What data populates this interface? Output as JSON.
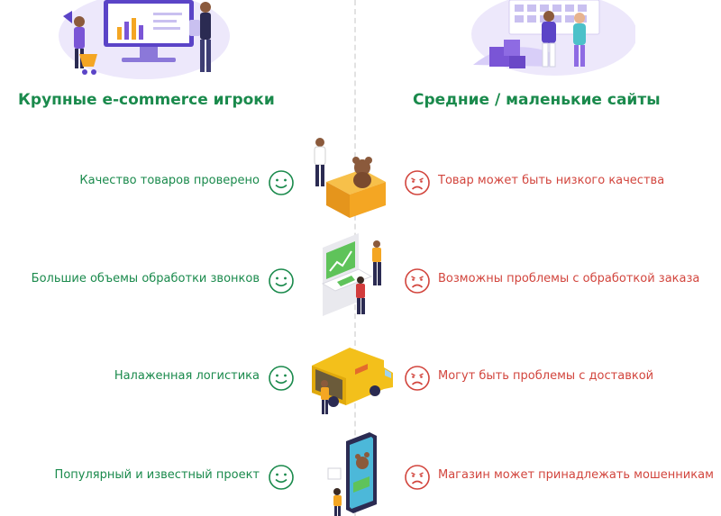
{
  "columns": {
    "left_title": "Крупные e-commerce игроки",
    "right_title": "Средние / маленькие сайты"
  },
  "rows": [
    {
      "pro": "Качество товаров проверено",
      "con": "Товар может быть низкого качества",
      "illustration": "box-with-teddy-bear"
    },
    {
      "pro": "Большие объемы обработки звонков",
      "con": "Возможны проблемы с обработкой заказа",
      "illustration": "call-center-terminal"
    },
    {
      "pro": "Налаженная логистика",
      "con": "Могут быть проблемы с доставкой",
      "illustration": "delivery-van"
    },
    {
      "pro": "Популярный и известный проект",
      "con": "Магазин может принадлежать мошенникам",
      "illustration": "smartphone-shop"
    }
  ],
  "colors": {
    "positive": "#1a8a4c",
    "negative": "#d2453d",
    "accent_purple": "#7a55d6",
    "box_orange": "#f4a623",
    "van_yellow": "#f3c01b"
  },
  "icons": {
    "positive": "smile-icon",
    "negative": "frown-icon"
  }
}
